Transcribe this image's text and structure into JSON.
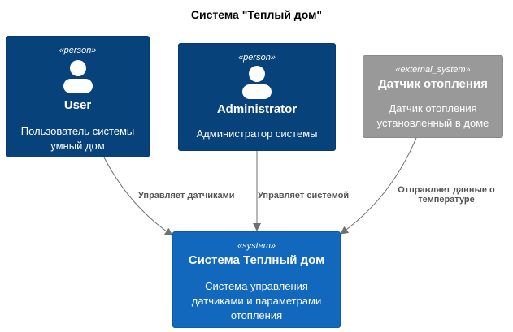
{
  "diagram": {
    "title": "Система \"Теплый дом\""
  },
  "nodes": {
    "user": {
      "stereotype": "«person»",
      "name": "User",
      "description_lines": [
        "Пользователь системы",
        "умный дом"
      ]
    },
    "admin": {
      "stereotype": "«person»",
      "name": "Administrator",
      "description_lines": [
        "Администратор системы"
      ]
    },
    "sensor": {
      "stereotype": "«external_system»",
      "name": "Датчик отопления",
      "description_lines": [
        "Датчик отопления",
        "установленный в доме"
      ]
    },
    "system": {
      "stereotype": "«system»",
      "name": "Система Теплный дом",
      "description_lines": [
        "Система управления",
        "датчиками и параметрами",
        "отопления"
      ]
    }
  },
  "edges": {
    "user_to_system": "Управляет датчиками",
    "admin_to_system": "Управляет системой",
    "sensor_to_system_lines": [
      "Отправляет данные о",
      "температуре"
    ]
  },
  "colors": {
    "person": "#08427b",
    "external_system": "#999999",
    "system": "#1168bd",
    "edge": "#707070",
    "edge_label": "#555555"
  }
}
